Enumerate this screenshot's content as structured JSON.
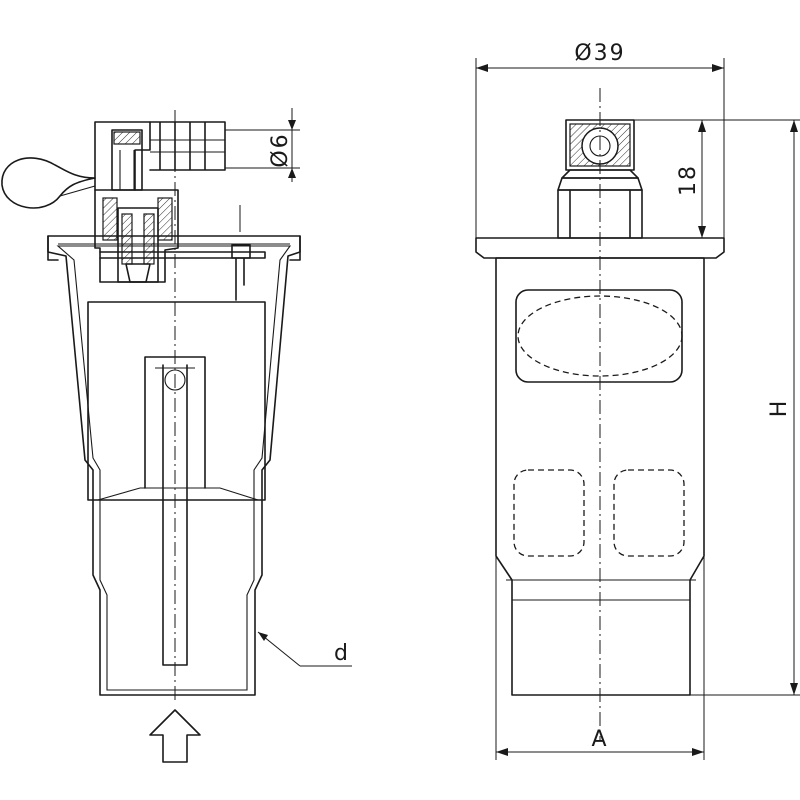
{
  "dimensions": {
    "width_top": "Ø39",
    "outlet": "Ø6",
    "cap_height": "18",
    "total_height": "H",
    "body_width": "A",
    "thread": "d"
  }
}
